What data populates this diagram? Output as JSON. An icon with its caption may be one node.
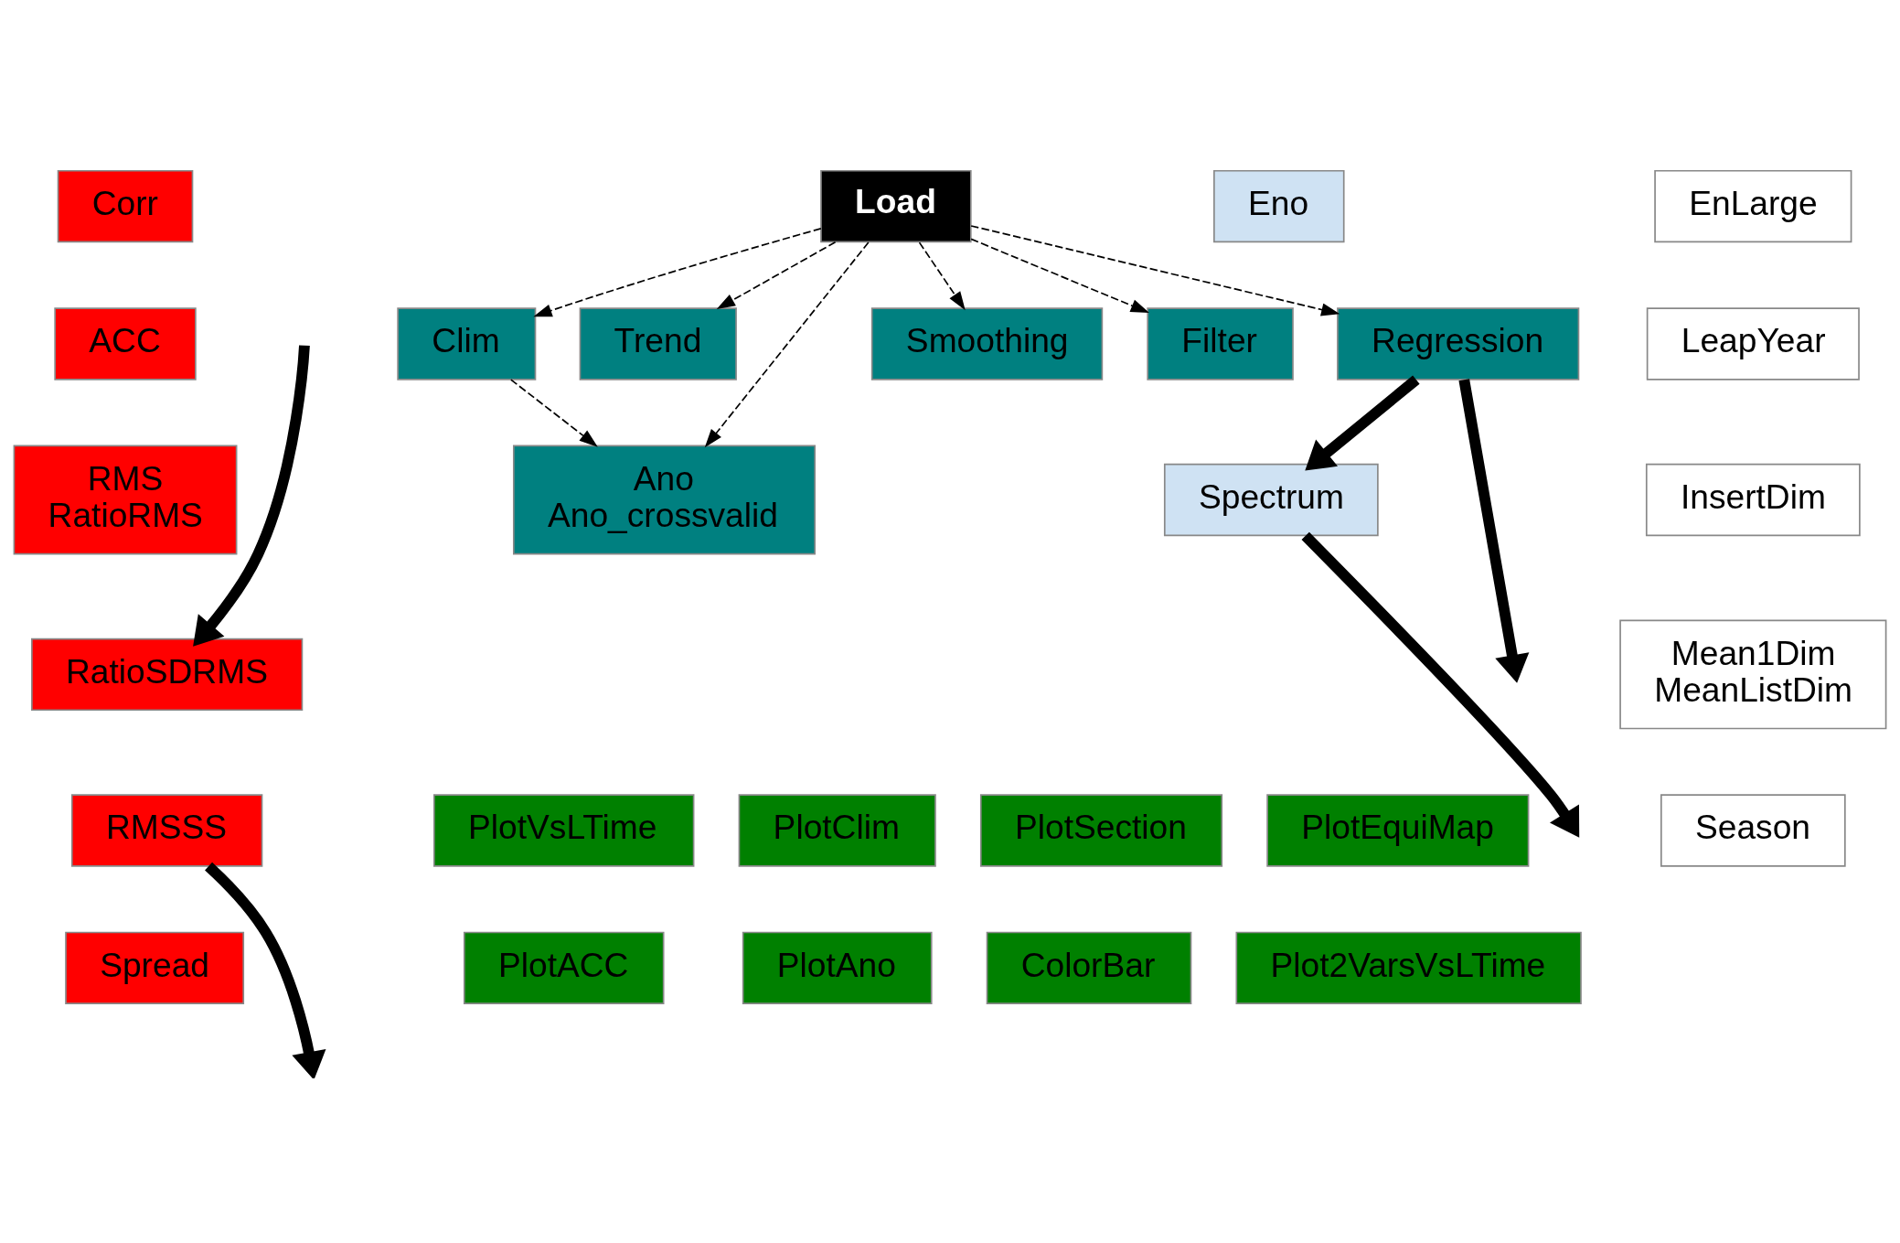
{
  "diagram": {
    "nodes": [
      {
        "text": [
          "Corr"
        ]
      },
      {
        "text": [
          "ACC"
        ]
      },
      {
        "text": [
          "RMS",
          "RatioRMS"
        ]
      },
      {
        "text": [
          "RatioSDRMS"
        ]
      },
      {
        "text": [
          "RMSSS"
        ]
      },
      {
        "text": [
          "Spread"
        ]
      },
      {
        "text": [
          "Load"
        ]
      },
      {
        "text": [
          "Clim"
        ]
      },
      {
        "text": [
          "Trend"
        ]
      },
      {
        "text": [
          "Ano",
          "Ano_crossvalid"
        ]
      },
      {
        "text": [
          "Smoothing"
        ]
      },
      {
        "text": [
          "Filter"
        ]
      },
      {
        "text": [
          "Regression"
        ]
      },
      {
        "text": [
          "Spectrum"
        ]
      },
      {
        "text": [
          "Eno"
        ]
      },
      {
        "text": [
          "EnLarge"
        ]
      },
      {
        "text": [
          "LeapYear"
        ]
      },
      {
        "text": [
          "InsertDim"
        ]
      },
      {
        "text": [
          "Mean1Dim",
          "MeanListDim"
        ]
      },
      {
        "text": [
          "Season"
        ]
      },
      {
        "text": [
          "PlotVsLTime"
        ]
      },
      {
        "text": [
          "PlotClim"
        ]
      },
      {
        "text": [
          "PlotAno"
        ]
      },
      {
        "text": [
          "PlotSection"
        ]
      },
      {
        "text": [
          "PlotEquiMap"
        ]
      },
      {
        "text": [
          "ColorBar"
        ]
      },
      {
        "text": [
          "Plot2VarsVsLTime"
        ]
      },
      {
        "text": [
          "PlotACC"
        ]
      }
    ],
    "edges": [
      {
        "from": 6,
        "to": 7,
        "arrow": "to",
        "style": "dashed"
      },
      {
        "from": 6,
        "to": 8,
        "arrow": "to",
        "style": "dashed"
      },
      {
        "from": 7,
        "to": 9,
        "arrow": "to",
        "style": "dashed"
      },
      {
        "from": 6,
        "to": 9,
        "arrow": "to",
        "style": "dashed"
      },
      {
        "from": 6,
        "to": 10,
        "arrow": "to",
        "style": "dashed"
      },
      {
        "from": 6,
        "to": 11,
        "arrow": "to",
        "style": "dashed"
      },
      {
        "from": 6,
        "to": 12,
        "arrow": "to",
        "style": "dashed"
      },
      {
        "from": null,
        "to": 3,
        "arrow": "to",
        "style": "thick"
      },
      {
        "from": 12,
        "to": 13,
        "arrow": "to",
        "style": "thick"
      },
      {
        "from": 4,
        "to": null,
        "arrow": "to",
        "style": "thick"
      },
      {
        "from": 13,
        "to": null,
        "arrow": "to",
        "style": "thick"
      },
      {
        "from": 12,
        "to": null,
        "arrow": "to",
        "style": "thick"
      }
    ]
  }
}
